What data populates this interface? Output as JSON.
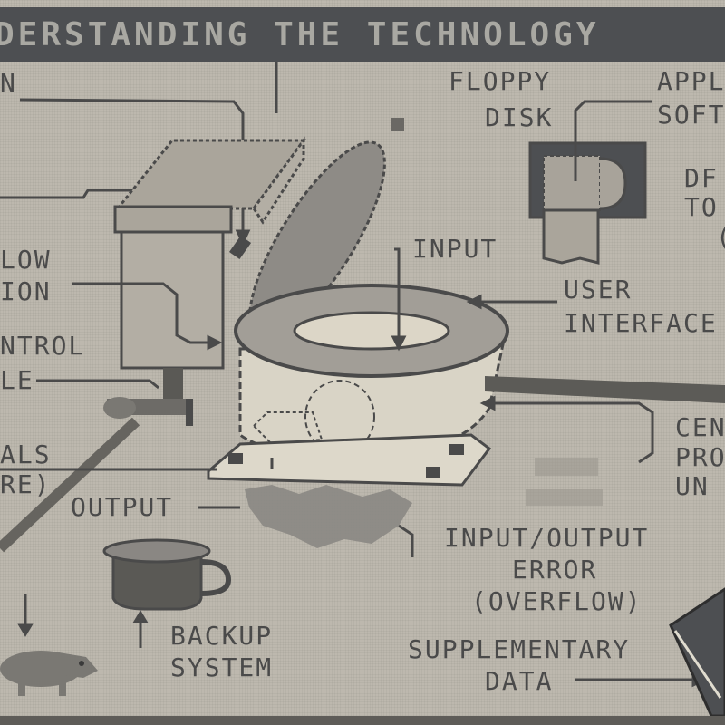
{
  "title": "UNDERSTANDING THE TECHNOLOGY",
  "title_visible": "DERSTANDING THE TECHNOLOGY",
  "diagram": {
    "subject": "toilet-as-computer parody diagram",
    "labels": {
      "top_left": "N",
      "overflow_option": [
        "LOW",
        "ION"
      ],
      "control": [
        "NTROL",
        "LE"
      ],
      "peripherals": [
        "ALS",
        "RE)"
      ],
      "output": "OUTPUT",
      "floppy_disk": [
        "FLOPPY",
        "DISK"
      ],
      "applications_software": [
        "APPL",
        "SOFT"
      ],
      "documentation": [
        "DF",
        "TO",
        "("
      ],
      "input": "INPUT",
      "user_interface": [
        "USER",
        "INTERFACE"
      ],
      "central_processing_unit": [
        "CEN",
        "PRO",
        "UN"
      ],
      "io_error": [
        "INPUT/OUTPUT",
        "ERROR",
        "(OVERFLOW)"
      ],
      "backup_system": [
        "BACKUP",
        "SYSTEM"
      ],
      "supplementary_data": [
        "SUPPLEMENTARY",
        "DATA"
      ]
    },
    "icons": [
      "toilet-tank-icon",
      "toilet-seat-icon",
      "toilet-bowl-icon",
      "toilet-paper-icon",
      "coffee-cup-icon",
      "rat-icon",
      "plunger-icon",
      "book-icon",
      "drain-pipe-icon"
    ]
  },
  "colors": {
    "screen_bg": "#bdb8ae",
    "title_bar": "#4d4f52",
    "title_text": "#a9a8a2",
    "ink": "#4a4a4a",
    "mid_gray": "#8a8783",
    "light_fill": "#d9d4c6"
  }
}
